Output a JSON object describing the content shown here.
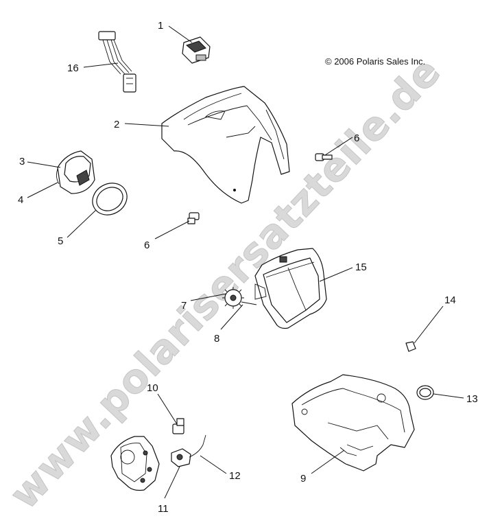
{
  "copyright": "© 2006 Polaris Sales Inc.",
  "watermark": "www.polarisersatzteile.de",
  "callouts": {
    "c1": "1",
    "c2": "2",
    "c3": "3",
    "c4": "4",
    "c5": "5",
    "c6a": "6",
    "c6b": "6",
    "c7": "7",
    "c8": "8",
    "c9": "9",
    "c10": "10",
    "c11": "11",
    "c12": "12",
    "c13": "13",
    "c14": "14",
    "c15": "15",
    "c16": "16"
  }
}
